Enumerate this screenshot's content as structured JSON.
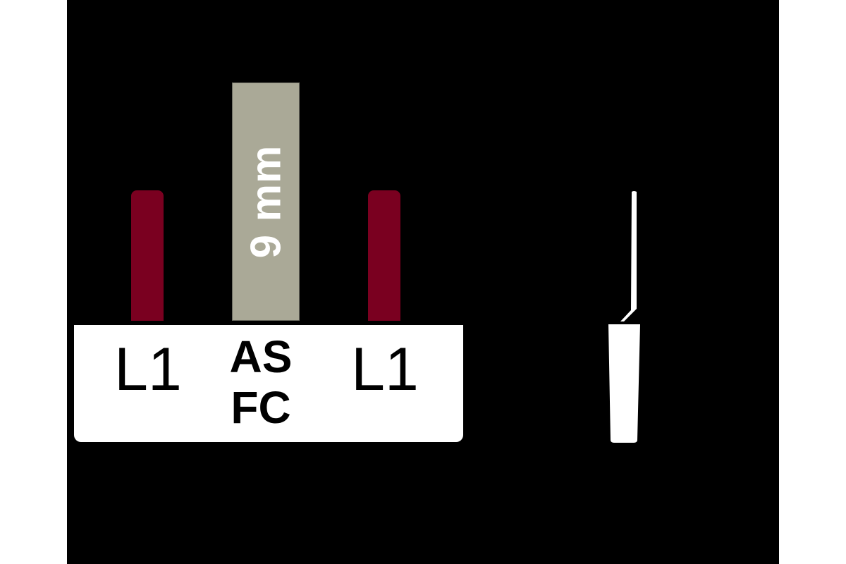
{
  "diagram": {
    "colors": {
      "background": "#000000",
      "pin": "#7a0020",
      "gauge": "#aaa997",
      "block": "#ffffff",
      "text": "#000000",
      "gauge_text": "#ffffff"
    },
    "front_view": {
      "gauge_label": "9 mm",
      "terminals": [
        {
          "label": "L1"
        },
        {
          "label_line1": "AS",
          "label_line2": "FC"
        },
        {
          "label": "L1"
        }
      ]
    },
    "side_view": {
      "description": "profile of block with bent contact wire"
    }
  }
}
